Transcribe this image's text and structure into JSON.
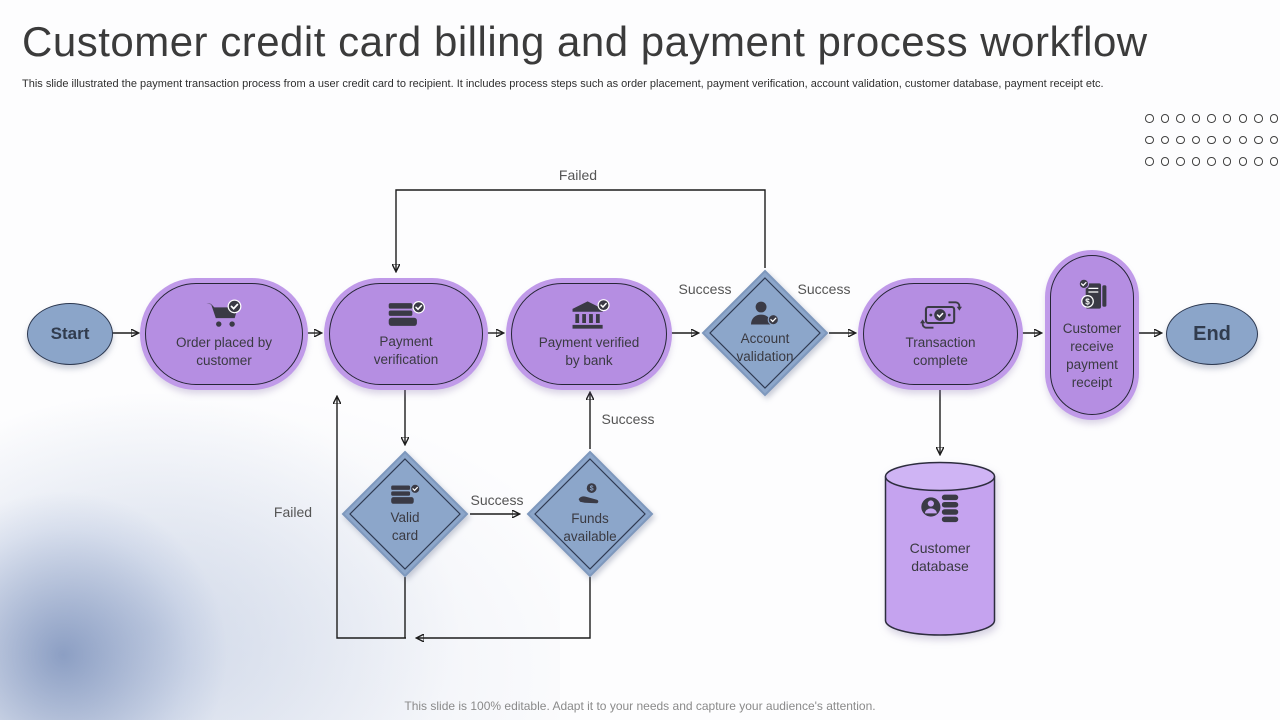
{
  "slide": {
    "title": "Customer credit card billing and payment process workflow",
    "subtitle": "This slide illustrated the payment transaction process from a user credit card to recipient. It includes process steps such as order placement, payment verification, account validation, customer database, payment receipt etc.",
    "footer": "This slide is 100% editable. Adapt it to your needs and capture your audience's attention."
  },
  "flow": {
    "start": {
      "label": "Start"
    },
    "end": {
      "label": "End"
    },
    "steps": {
      "order": {
        "label": "Order placed by customer",
        "icon": "cart-check-icon"
      },
      "verification": {
        "label": "Payment verification",
        "icon": "card-check-icon"
      },
      "bank": {
        "label": "Payment verified by bank",
        "icon": "bank-check-icon"
      },
      "account": {
        "label": "Account validation",
        "icon": "user-check-icon"
      },
      "transaction": {
        "label": "Transaction complete",
        "icon": "money-transfer-icon"
      },
      "receipt": {
        "label": "Customer receive payment receipt",
        "icon": "receipt-icon"
      },
      "valid_card": {
        "label": "Valid card",
        "icon": "card-check-icon"
      },
      "funds": {
        "label": "Funds available",
        "icon": "hand-coin-icon"
      },
      "database": {
        "label": "Customer database",
        "icon": "user-database-icon"
      }
    },
    "edge_labels": {
      "failed_top": "Failed",
      "failed_left": "Failed",
      "success_before_account": "Success",
      "success_after_account": "Success",
      "success_valid_to_funds": "Success",
      "success_funds_to_bank": "Success"
    }
  },
  "decor": {
    "dot_rows": 3,
    "dot_cols": 9
  },
  "colors": {
    "purple_fill": "#b58ee2",
    "purple_rim": "#c09ae9",
    "blue_fill": "#8ba5c9",
    "diamond_fill": "#8ca6ca",
    "outline_dark": "#2c2c40",
    "arrow": "#1c1c1c",
    "icon": "#3a3a45",
    "label_gray": "#555555",
    "blob_blue": "#4a67a0"
  }
}
